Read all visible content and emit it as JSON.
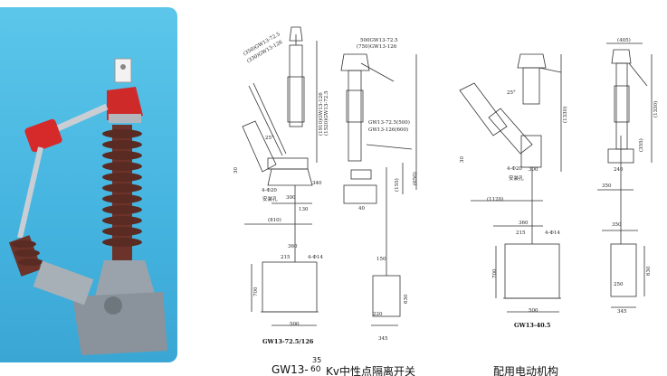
{
  "caption": {
    "model_prefix": "GW13-",
    "model_upper": "35",
    "model_lower": "60",
    "model_suffix": "Kv中性点隔离开关",
    "right_caption": "配用电动机构"
  },
  "drawings": {
    "left": {
      "model_label": "GW13-72.5/126",
      "dims": {
        "top_a": "(350)GW13-72.5",
        "top_b": "(330)GW13-126",
        "v_total_a": "(1910)GW13-126",
        "v_total_b": "(1520)GW13-72.5",
        "angle": "25°",
        "v_30": "30",
        "bolt": "4-Φ20",
        "mount": "安装孔",
        "w_300": "300",
        "w_810": "(810)",
        "w_130": "130",
        "w_360": "360",
        "w_215": "215",
        "bolt2": "4-Φ14",
        "h_700": "700",
        "w_500": "500"
      }
    },
    "middle": {
      "dims": {
        "top_a": "500GW13-72.5",
        "top_b": "(750)GW13-126",
        "len_a": "GW13-72.5(500)",
        "len_b": "GW13-126(600)",
        "h_650": "(650)",
        "h_155": "(155)",
        "w_40": "40",
        "w_150": "150",
        "w_340": "340",
        "h_630": "630",
        "w_220": "220",
        "w_345": "345"
      }
    },
    "right_a": {
      "model_label": "GW13-40.5",
      "dims": {
        "angle": "25°",
        "v_30": "30",
        "bolt": "4-Φ20",
        "mount": "安装孔",
        "w_300": "300",
        "w_1120": "(1120)",
        "w_360": "360",
        "w_215": "215",
        "bolt2": "4-Φ14",
        "h_700": "700",
        "w_500": "500",
        "h_1330": "(1330)"
      }
    },
    "right_b": {
      "dims": {
        "top": "(405)",
        "h_1330": "(1330)",
        "h_355": "(355)",
        "w_240": "240",
        "w_350a": "350",
        "w_350b": "350",
        "h_630": "630",
        "w_250": "250",
        "w_345": "345"
      }
    }
  }
}
